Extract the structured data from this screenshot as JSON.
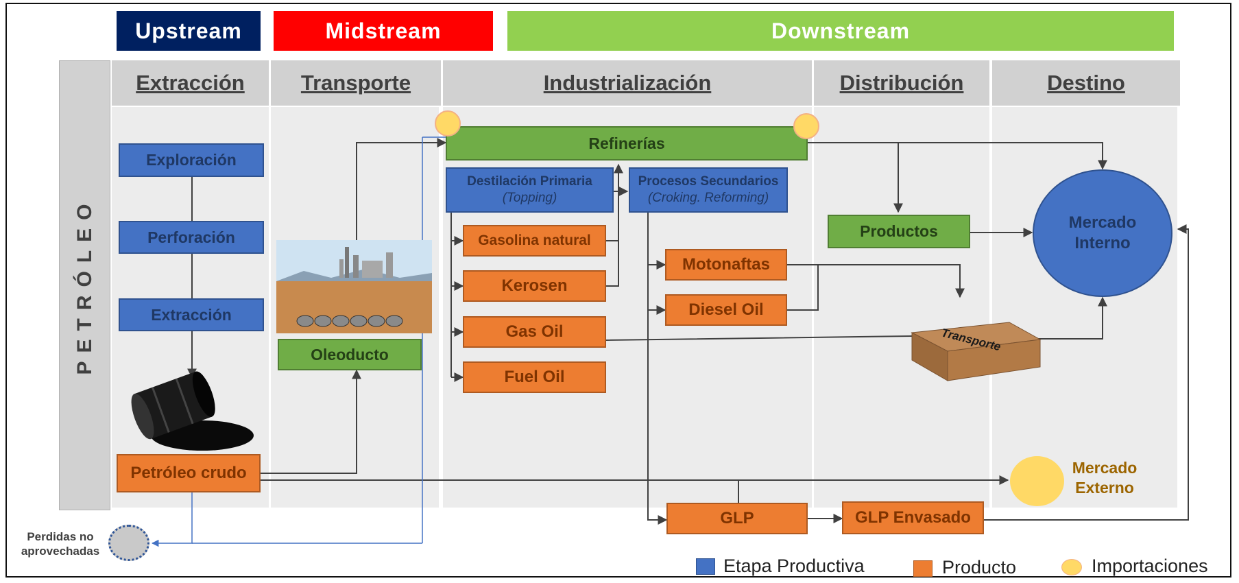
{
  "bands": {
    "upstream": "Upstream",
    "midstream": "Midstream",
    "downstream": "Downstream"
  },
  "side_label": "PETRÓLEO",
  "columns": {
    "extraccion": "Extracción",
    "transporte": "Transporte",
    "industrializacion": "Industrialización",
    "distribucion": "Distribución",
    "destino": "Destino"
  },
  "nodes": {
    "exploracion": "Exploración",
    "perforacion": "Perforación",
    "extraccion": "Extracción",
    "petroleo_crudo": "Petróleo crudo",
    "oleoducto": "Oleoducto",
    "refinerias": "Refinerías",
    "destilacion_title": "Destilación Primaria",
    "destilacion_sub": "(Topping)",
    "procesos_title": "Procesos Secundarios",
    "procesos_sub": "(Croking. Reforming)",
    "gasolina_natural": "Gasolina natural",
    "kerosen": "Kerosen",
    "gas_oil": "Gas Oil",
    "fuel_oil": "Fuel Oil",
    "motonaftas": "Motonaftas",
    "diesel_oil": "Diesel Oil",
    "productos": "Productos",
    "transporte_box": "Transporte",
    "mercado_interno_1": "Mercado",
    "mercado_interno_2": "Interno",
    "mercado_externo_1": "Mercado",
    "mercado_externo_2": "Externo",
    "glp": "GLP",
    "glp_envasado": "GLP Envasado",
    "perdidas_1": "Perdidas no",
    "perdidas_2": "aprovechadas"
  },
  "legend": {
    "etapa": "Etapa Productiva",
    "producto": "Producto",
    "importaciones": "Importaciones"
  },
  "colors": {
    "upstream": "#002060",
    "midstream": "#ff0000",
    "downstream": "#92d050",
    "etapa": "#4472c4",
    "producto": "#ed7d31",
    "verde": "#70ad47",
    "importaciones": "#ffd966"
  }
}
